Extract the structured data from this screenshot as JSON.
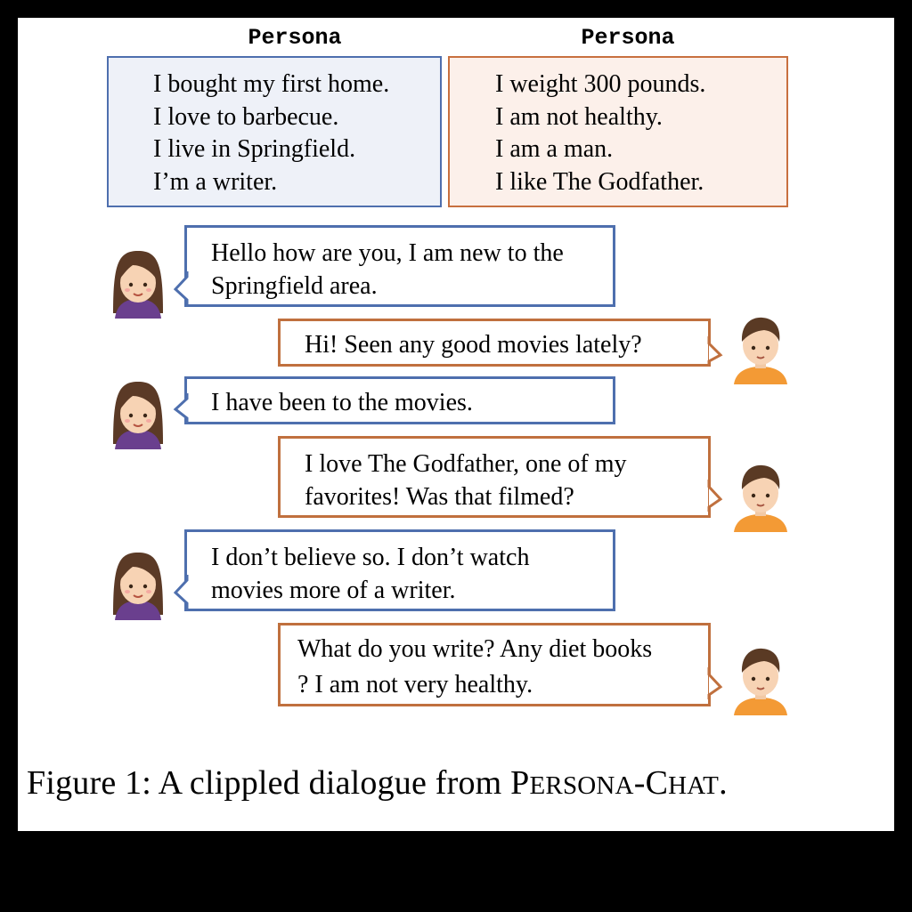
{
  "personas": {
    "woman": {
      "heading": "Persona",
      "lines": [
        "I bought my first home.",
        "I love to barbecue.",
        "I live in Springfield.",
        "I’m a writer."
      ]
    },
    "man": {
      "heading": "Persona",
      "lines": [
        "I weight 300 pounds.",
        "I am not healthy.",
        "I am a man.",
        "I like The Godfather."
      ]
    }
  },
  "dialogue": [
    {
      "speaker": "woman",
      "lines": [
        "Hello how are you, I am new to the",
        "Springfield area."
      ]
    },
    {
      "speaker": "man",
      "lines": [
        "Hi! Seen any good movies lately?"
      ]
    },
    {
      "speaker": "woman",
      "lines": [
        "I have been to the movies."
      ]
    },
    {
      "speaker": "man",
      "lines": [
        "I love The Godfather, one of my",
        "favorites! Was that filmed?"
      ]
    },
    {
      "speaker": "woman",
      "lines": [
        "I don’t believe so. I don’t watch",
        "movies more of a writer."
      ]
    },
    {
      "speaker": "man",
      "lines": [
        "What do you write? Any diet books",
        "? I am not very healthy."
      ]
    }
  ],
  "caption": {
    "prefix": "Figure 1:  A clippled dialogue from ",
    "name_p": "P",
    "name_ersona": "ERSONA",
    "name_dash": "-",
    "name_c": "C",
    "name_hat": "HAT",
    "suffix": "."
  },
  "colors": {
    "woman_border": "#4e6fae",
    "man_border": "#c0703e",
    "woman_fill": "#eef1f8",
    "man_fill": "#fcf0ea"
  },
  "icons": {
    "woman_avatar": "woman-avatar-icon",
    "man_avatar": "man-avatar-icon"
  }
}
